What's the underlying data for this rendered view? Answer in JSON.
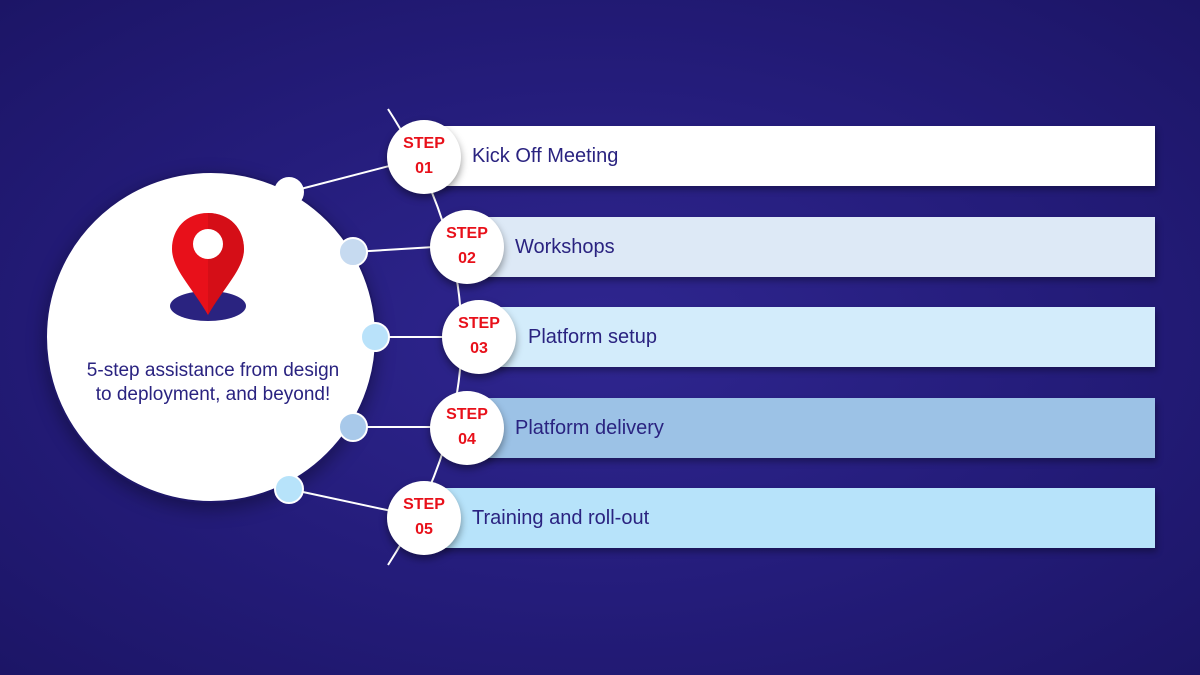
{
  "hub": {
    "text": "5-step assistance from design to deployment, and beyond!",
    "icon": "location-pin-icon",
    "pin_color": "#e8101a",
    "pin_base_color": "#2a2380"
  },
  "steps": [
    {
      "word": "STEP",
      "number": "01",
      "label": "Kick Off Meeting",
      "bar_color": "#ffffff",
      "dot_color": "#ffffff"
    },
    {
      "word": "STEP",
      "number": "02",
      "label": "Workshops",
      "bar_color": "#dde9f6",
      "dot_color": "#c6daf0"
    },
    {
      "word": "STEP",
      "number": "03",
      "label": "Platform setup",
      "bar_color": "#d3ecfb",
      "dot_color": "#b9e2fa"
    },
    {
      "word": "STEP",
      "number": "04",
      "label": "Platform delivery",
      "bar_color": "#9cc2e6",
      "dot_color": "#a8c9ea"
    },
    {
      "word": "STEP",
      "number": "05",
      "label": "Training and roll-out",
      "bar_color": "#b7e3fa",
      "dot_color": "#b7e3fa"
    }
  ]
}
